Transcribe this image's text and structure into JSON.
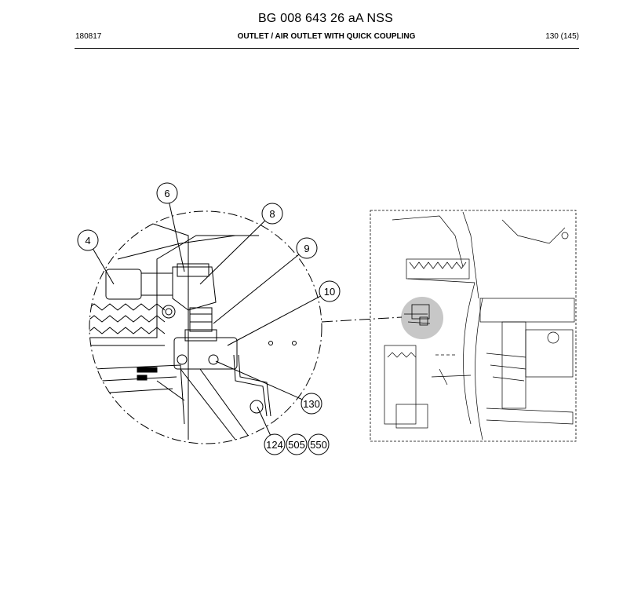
{
  "header": {
    "title": "BG 008 643 26 aA NSS",
    "date_code": "180817",
    "section_title": "OUTLET / AIR OUTLET WITH QUICK COUPLING",
    "page": "130 (145)"
  },
  "callouts": [
    {
      "id": "c4",
      "label": "4"
    },
    {
      "id": "c6",
      "label": "6"
    },
    {
      "id": "c8",
      "label": "8"
    },
    {
      "id": "c9",
      "label": "9"
    },
    {
      "id": "c10",
      "label": "10"
    },
    {
      "id": "c130",
      "label": "130"
    },
    {
      "id": "c124",
      "label": "124"
    },
    {
      "id": "c505",
      "label": "505"
    },
    {
      "id": "c550",
      "label": "550"
    }
  ]
}
